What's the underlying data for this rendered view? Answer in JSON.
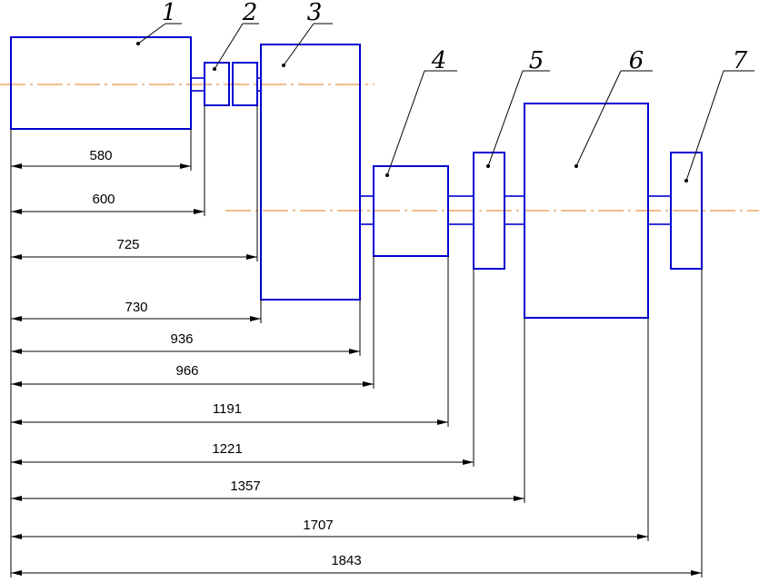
{
  "components": [
    {
      "label": "1"
    },
    {
      "label": "2"
    },
    {
      "label": "3"
    },
    {
      "label": "4"
    },
    {
      "label": "5"
    },
    {
      "label": "6"
    },
    {
      "label": "7"
    }
  ],
  "dimensions": [
    "580",
    "600",
    "725",
    "730",
    "936",
    "966",
    "1191",
    "1221",
    "1357",
    "1707",
    "1843"
  ],
  "colors": {
    "parts": "#0000d0",
    "axis": "#e07b1a",
    "dimension_lines": "#000000"
  }
}
